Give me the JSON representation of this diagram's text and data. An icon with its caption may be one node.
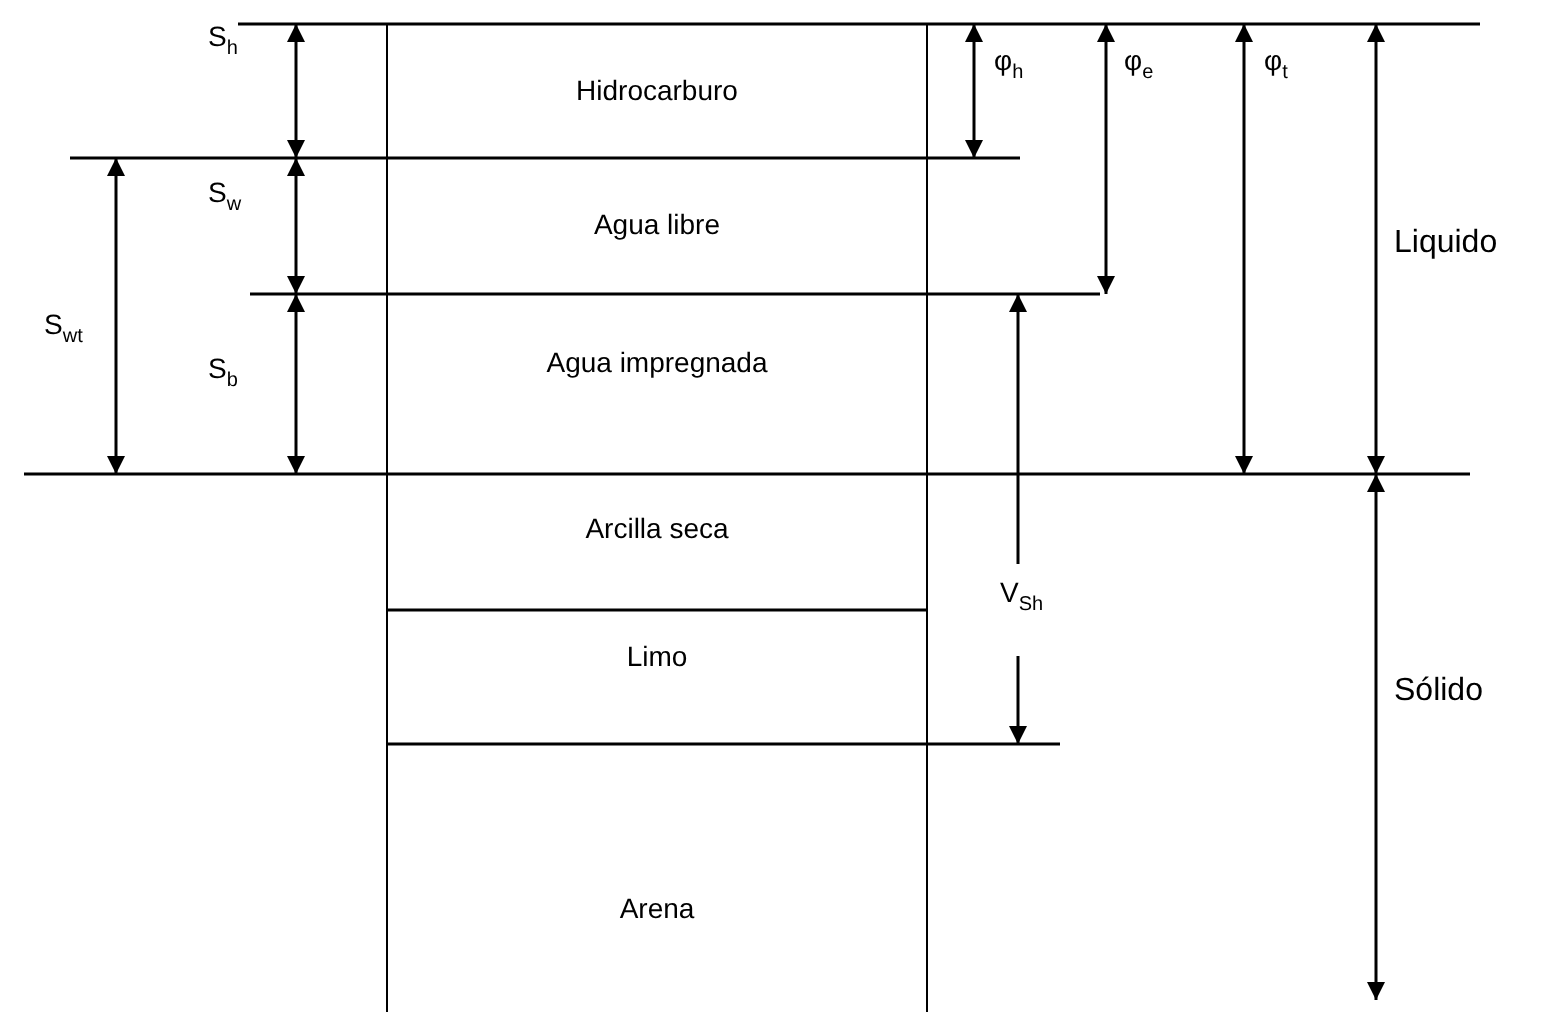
{
  "diagram": {
    "nodes": [
      {
        "text": [
          "Hidrocarburo"
        ]
      },
      {
        "text": [
          "Agua libre"
        ]
      },
      {
        "text": [
          "Agua impregnada"
        ]
      },
      {
        "text": [
          "Arcilla seca"
        ]
      },
      {
        "text": [
          "Limo"
        ]
      },
      {
        "text": [
          "Arena"
        ]
      }
    ],
    "labels": [
      "S$_{h}$",
      "φ$_{h}$",
      "φ$_{e}$",
      "φ$_{t}$",
      "S$_{w}$",
      "Liquido",
      "S$_{wt}$",
      "S$_{b}$",
      "V$_{Sh}$",
      "Sólido"
    ]
  }
}
